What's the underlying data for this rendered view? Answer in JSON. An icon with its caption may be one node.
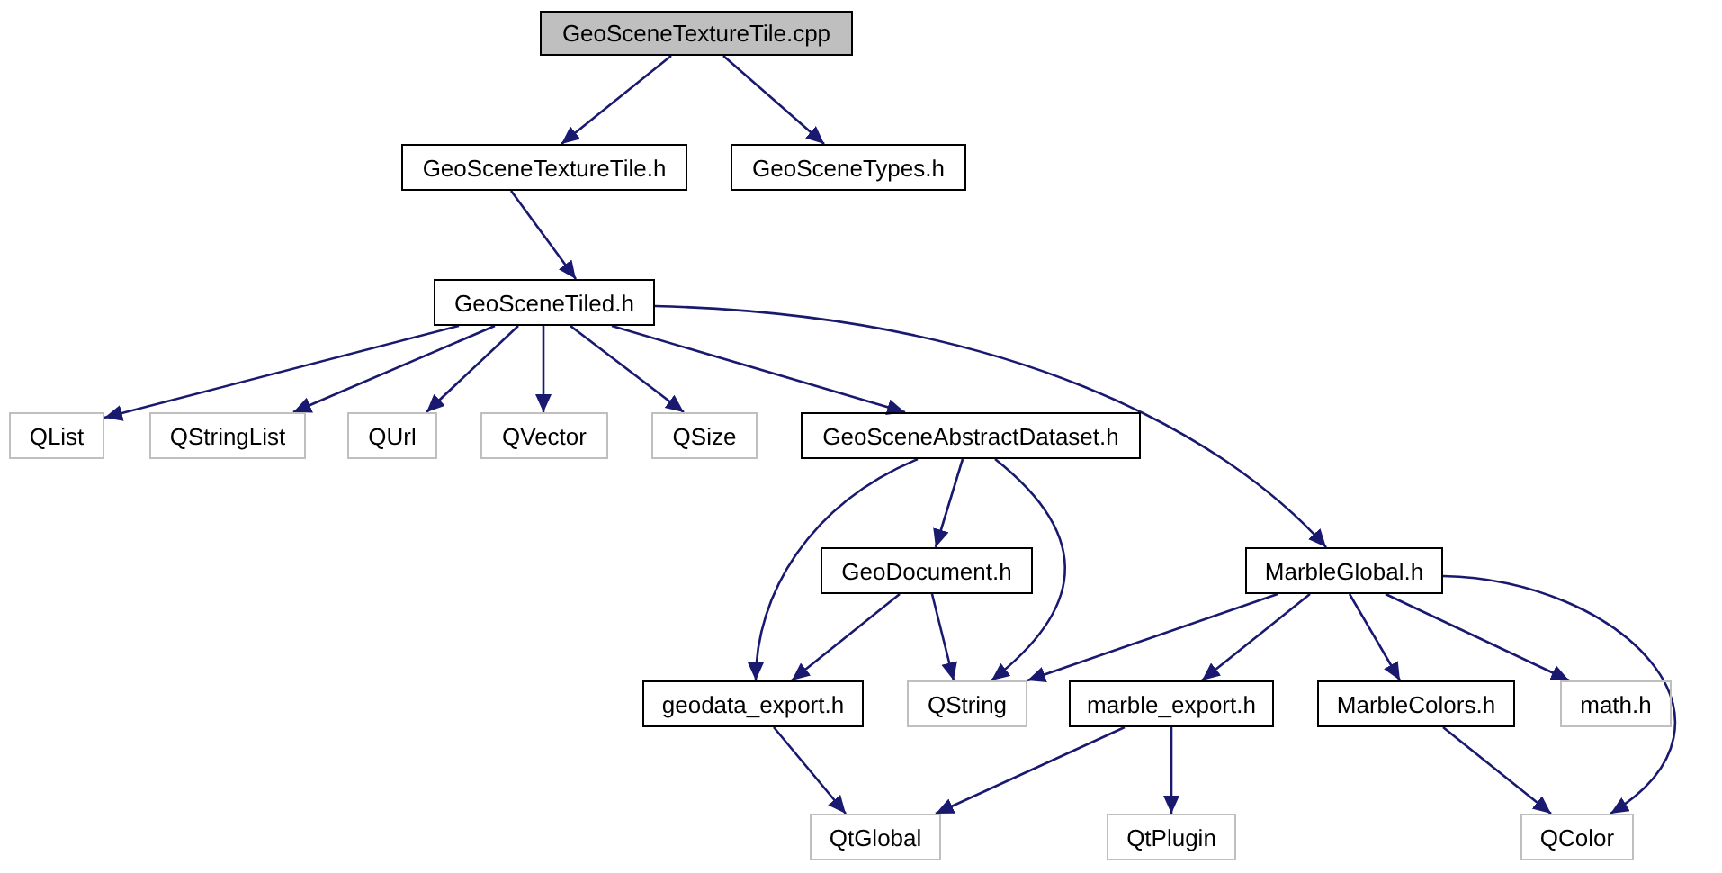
{
  "diagram": {
    "nodes": [
      {
        "text": [
          "GeoSceneTextureTile.cpp"
        ]
      },
      {
        "text": [
          "GeoSceneTextureTile.h"
        ]
      },
      {
        "text": [
          "GeoSceneTypes.h"
        ]
      },
      {
        "text": [
          "GeoSceneTiled.h"
        ]
      },
      {
        "text": [
          "QList"
        ]
      },
      {
        "text": [
          "QStringList"
        ]
      },
      {
        "text": [
          "QUrl"
        ]
      },
      {
        "text": [
          "QVector"
        ]
      },
      {
        "text": [
          "QSize"
        ]
      },
      {
        "text": [
          "GeoSceneAbstractDataset.h"
        ]
      },
      {
        "text": [
          "GeoDocument.h"
        ]
      },
      {
        "text": [
          "MarbleGlobal.h"
        ]
      },
      {
        "text": [
          "geodata_export.h"
        ]
      },
      {
        "text": [
          "QString"
        ]
      },
      {
        "text": [
          "marble_export.h"
        ]
      },
      {
        "text": [
          "MarbleColors.h"
        ]
      },
      {
        "text": [
          "math.h"
        ]
      },
      {
        "text": [
          "QtGlobal"
        ]
      },
      {
        "text": [
          "QtPlugin"
        ]
      },
      {
        "text": [
          "QColor"
        ]
      }
    ],
    "edges": [
      {
        "from": 0,
        "to": 1,
        "arrow": "to"
      },
      {
        "from": 0,
        "to": 2,
        "arrow": "to"
      },
      {
        "from": 1,
        "to": 3,
        "arrow": "to"
      },
      {
        "from": 3,
        "to": 4,
        "arrow": "to"
      },
      {
        "from": 3,
        "to": 5,
        "arrow": "to"
      },
      {
        "from": 3,
        "to": 6,
        "arrow": "to"
      },
      {
        "from": 3,
        "to": 7,
        "arrow": "to"
      },
      {
        "from": 3,
        "to": 8,
        "arrow": "to"
      },
      {
        "from": 3,
        "to": 9,
        "arrow": "to"
      },
      {
        "from": 3,
        "to": 11,
        "arrow": "to"
      },
      {
        "from": 9,
        "to": 10,
        "arrow": "to"
      },
      {
        "from": 9,
        "to": 12,
        "arrow": "to"
      },
      {
        "from": 9,
        "to": 13,
        "arrow": "to"
      },
      {
        "from": 10,
        "to": 12,
        "arrow": "to"
      },
      {
        "from": 10,
        "to": 13,
        "arrow": "to"
      },
      {
        "from": 11,
        "to": 13,
        "arrow": "to"
      },
      {
        "from": 11,
        "to": 14,
        "arrow": "to"
      },
      {
        "from": 11,
        "to": 15,
        "arrow": "to"
      },
      {
        "from": 11,
        "to": 16,
        "arrow": "to"
      },
      {
        "from": 11,
        "to": 19,
        "arrow": "to"
      },
      {
        "from": 12,
        "to": 17,
        "arrow": "to"
      },
      {
        "from": 14,
        "to": 17,
        "arrow": "to"
      },
      {
        "from": 14,
        "to": 18,
        "arrow": "to"
      },
      {
        "from": 15,
        "to": 19,
        "arrow": "to"
      }
    ]
  }
}
